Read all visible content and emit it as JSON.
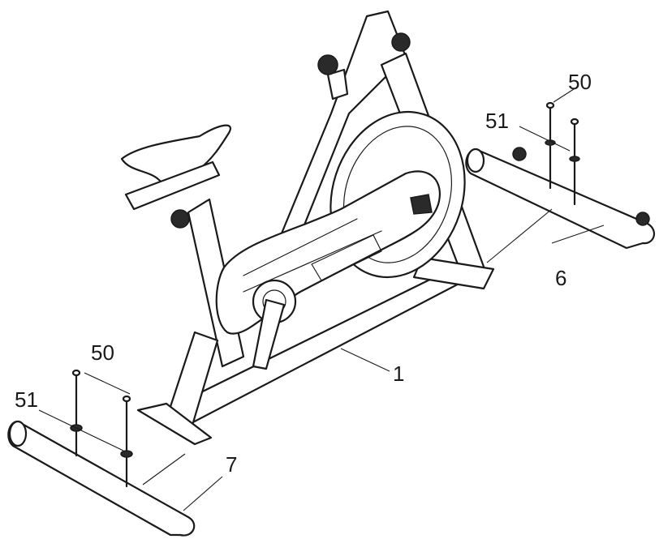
{
  "callouts": {
    "frame": "1",
    "rear_stabilizer": "6",
    "front_stabilizer": "7",
    "bolt_rear": "50",
    "washer_rear": "51",
    "bolt_front": "50",
    "washer_front": "51"
  }
}
